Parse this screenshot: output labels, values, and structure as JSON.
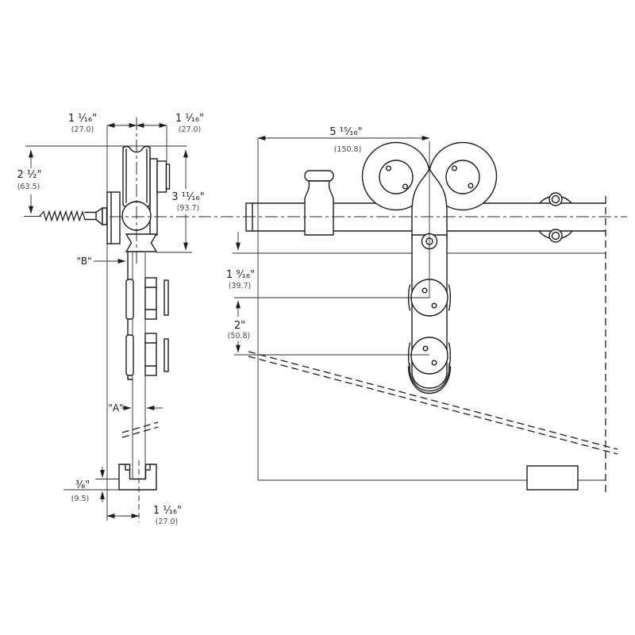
{
  "view_left": {
    "dim_top_left": {
      "inch": "1 ¹⁄₁₆\"",
      "mm": "(27.0)"
    },
    "dim_top_right": {
      "inch": "1 ¹⁄₁₆\"",
      "mm": "(27.0)"
    },
    "dim_bracket_height": {
      "inch": "2 ¹⁄₂\"",
      "mm": "(63.5)"
    },
    "dim_hanger_height": {
      "inch": "3 ¹¹⁄₁₆\"",
      "mm": "(93.7)"
    },
    "label_wall_clearance": "\"B\"",
    "label_door_thickness": "\"A\"",
    "dim_guide_depth": {
      "inch": "³⁄₈\"",
      "mm": "(9.5)"
    },
    "dim_guide_offset": {
      "inch": "1 ¹⁄₁₆\"",
      "mm": "(27.0)"
    }
  },
  "view_right": {
    "dim_length": {
      "inch": "5 ¹⁵⁄₁₆\"",
      "mm": "(150.8)"
    },
    "dim_rail_to_door": {
      "inch": "1 ⁹⁄₁₆\"",
      "mm": "(39.7)"
    },
    "dim_bolt_spacing": {
      "inch": "2\"",
      "mm": "(50.8)"
    }
  }
}
